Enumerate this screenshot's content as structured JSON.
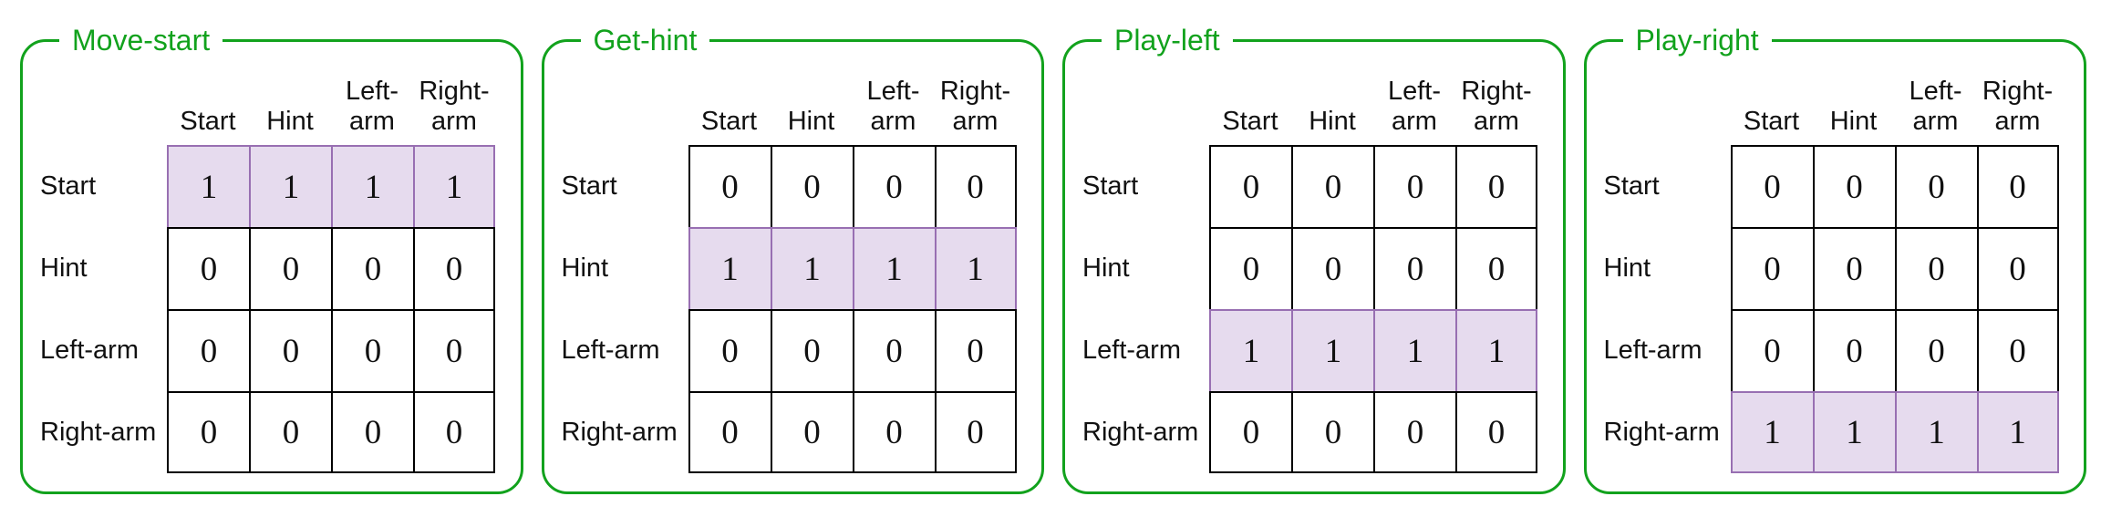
{
  "colors": {
    "green": "#12a21d",
    "purple_border": "#986fb2",
    "purple_fill": "#e6dbee",
    "grid_line": "#000000"
  },
  "panels": [
    {
      "title": "Move-start",
      "highlight_row": 0,
      "row_labels": [
        "Start",
        "Hint",
        "Left-arm",
        "Right-arm"
      ],
      "col_labels": [
        "Start",
        "Hint",
        "Left-\narm",
        "Right-\narm"
      ],
      "matrix": [
        [
          1,
          1,
          1,
          1
        ],
        [
          0,
          0,
          0,
          0
        ],
        [
          0,
          0,
          0,
          0
        ],
        [
          0,
          0,
          0,
          0
        ]
      ]
    },
    {
      "title": "Get-hint",
      "highlight_row": 1,
      "row_labels": [
        "Start",
        "Hint",
        "Left-arm",
        "Right-arm"
      ],
      "col_labels": [
        "Start",
        "Hint",
        "Left-\narm",
        "Right-\narm"
      ],
      "matrix": [
        [
          0,
          0,
          0,
          0
        ],
        [
          1,
          1,
          1,
          1
        ],
        [
          0,
          0,
          0,
          0
        ],
        [
          0,
          0,
          0,
          0
        ]
      ]
    },
    {
      "title": "Play-left",
      "highlight_row": 2,
      "row_labels": [
        "Start",
        "Hint",
        "Left-arm",
        "Right-arm"
      ],
      "col_labels": [
        "Start",
        "Hint",
        "Left-\narm",
        "Right-\narm"
      ],
      "matrix": [
        [
          0,
          0,
          0,
          0
        ],
        [
          0,
          0,
          0,
          0
        ],
        [
          1,
          1,
          1,
          1
        ],
        [
          0,
          0,
          0,
          0
        ]
      ]
    },
    {
      "title": "Play-right",
      "highlight_row": 3,
      "row_labels": [
        "Start",
        "Hint",
        "Left-arm",
        "Right-arm"
      ],
      "col_labels": [
        "Start",
        "Hint",
        "Left-\narm",
        "Right-\narm"
      ],
      "matrix": [
        [
          0,
          0,
          0,
          0
        ],
        [
          0,
          0,
          0,
          0
        ],
        [
          0,
          0,
          0,
          0
        ],
        [
          1,
          1,
          1,
          1
        ]
      ]
    }
  ]
}
